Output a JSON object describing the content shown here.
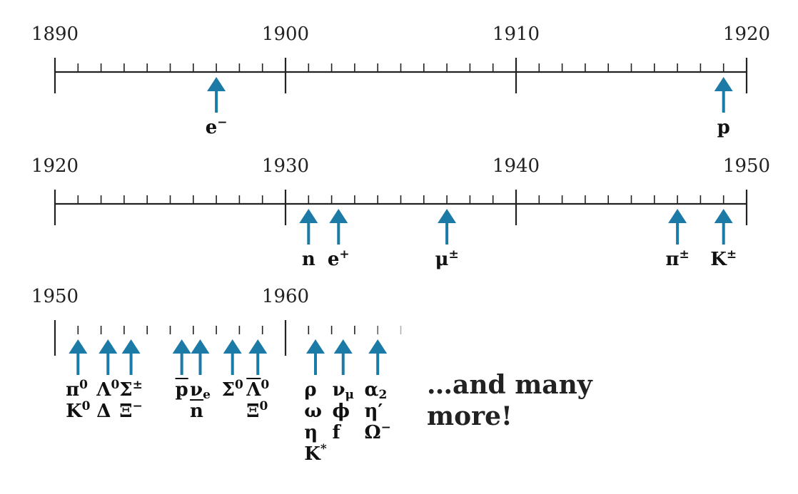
{
  "colors": {
    "arrow": "#1b7aa6",
    "axis": "#222222",
    "text": "#111111"
  },
  "rows": [
    {
      "start": 1890,
      "end": 1920,
      "year_labels": [
        "1890",
        "1900",
        "1910",
        "1920"
      ],
      "discoveries": [
        {
          "year": 1897,
          "label": [
            "e⁻"
          ]
        },
        {
          "year": 1919,
          "label": [
            "p"
          ]
        }
      ]
    },
    {
      "start": 1920,
      "end": 1950,
      "year_labels": [
        "1920",
        "1930",
        "1940",
        "1950"
      ],
      "discoveries": [
        {
          "year": 1931,
          "label": [
            "n"
          ]
        },
        {
          "year": 1932.3,
          "label": [
            "e⁺"
          ]
        },
        {
          "year": 1937,
          "label": [
            "μ±"
          ]
        },
        {
          "year": 1947,
          "label": [
            "π±"
          ]
        },
        {
          "year": 1949,
          "label": [
            "K±"
          ]
        }
      ]
    },
    {
      "start": 1950,
      "end": 1966,
      "fade": true,
      "year_labels": [
        "1950",
        "1960"
      ],
      "discoveries": [
        {
          "year": 1951,
          "labels_html": [
            "π<sup>0</sup>",
            "K<sup>0</sup>"
          ]
        },
        {
          "year": 1952.3,
          "labels_html": [
            "Λ<sup>0</sup>",
            "Δ"
          ]
        },
        {
          "year": 1953.3,
          "labels_html": [
            "Σ<sup>±</sup>",
            "Ξ<sup>−</sup>"
          ]
        },
        {
          "year": 1955.5,
          "labels_html": [
            "<span class='ov'>p</span>"
          ]
        },
        {
          "year": 1956.3,
          "labels_html": [
            "ν<sub>e</sub>",
            "<span class='ov'>n</span>"
          ]
        },
        {
          "year": 1957.7,
          "labels_html": [
            "Σ<sup>0</sup>"
          ]
        },
        {
          "year": 1958.8,
          "labels_html": [
            "<span class='ov'>Λ</span><sup>0</sup>",
            "Ξ<sup>0</sup>"
          ]
        },
        {
          "year": 1961.3,
          "labels_html": [
            "ρ",
            "ω",
            "η",
            "K<sup>*</sup>"
          ]
        },
        {
          "year": 1962.5,
          "labels_html": [
            "ν<sub>μ</sub>",
            "ϕ",
            "f"
          ]
        },
        {
          "year": 1964,
          "labels_html": [
            "α<sub>2</sub>",
            "η′",
            "Ω<sup>−</sup>"
          ]
        }
      ]
    }
  ],
  "more_text": [
    "…and many",
    "more!"
  ]
}
